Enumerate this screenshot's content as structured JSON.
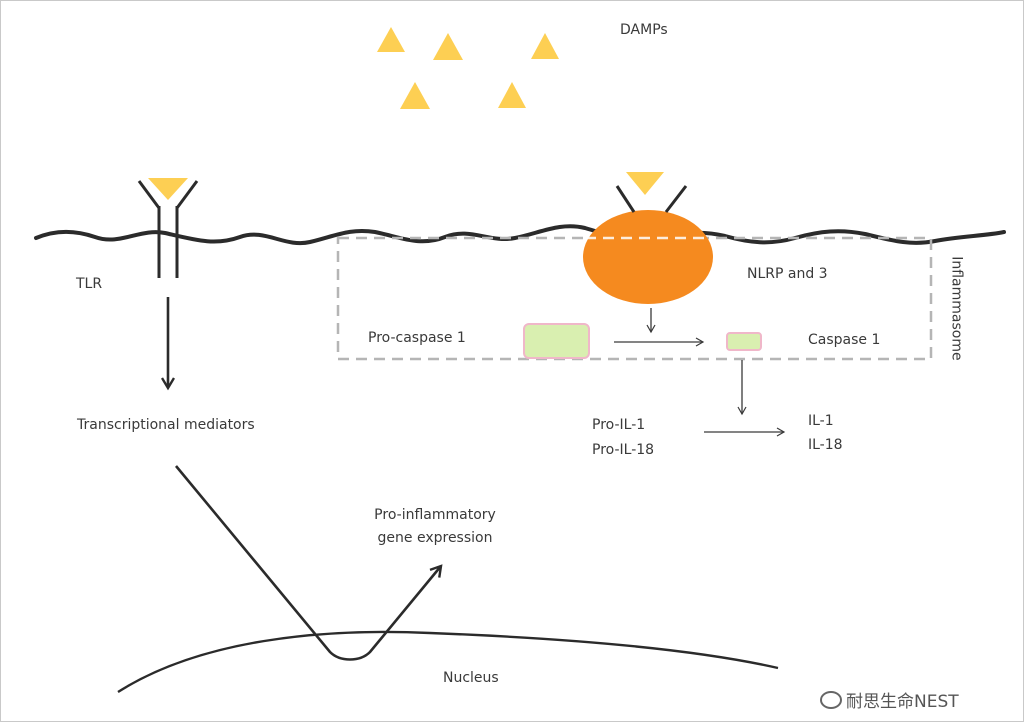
{
  "colors": {
    "damp": "#fdcf53",
    "nlrp3": "#f58a1f",
    "caspase_fill": "#d9efb0",
    "caspase_border": "#f0b7c9",
    "membrane": "#2b2b2b",
    "inflammasome_border": "#b5b5b5"
  },
  "labels": {
    "damps": "DAMPs",
    "tlr": "TLR",
    "nlrp3": "NLRP and 3",
    "inflammasome": "Inflammasome",
    "pro_caspase": "Pro-caspase 1",
    "caspase": "Caspase 1",
    "transcriptional_mediators": "Transcriptional mediators",
    "pro_il_1": "Pro-IL-1",
    "pro_il_18": "Pro-IL-18",
    "il_1": "IL-1",
    "il_18": "IL-18",
    "pro_inflammatory_line1": "Pro-inflammatory",
    "pro_inflammatory_line2": "gene expression",
    "nucleus": "Nucleus"
  },
  "watermark": {
    "text": "耐思生命NEST",
    "icon": "weibo-icon"
  }
}
